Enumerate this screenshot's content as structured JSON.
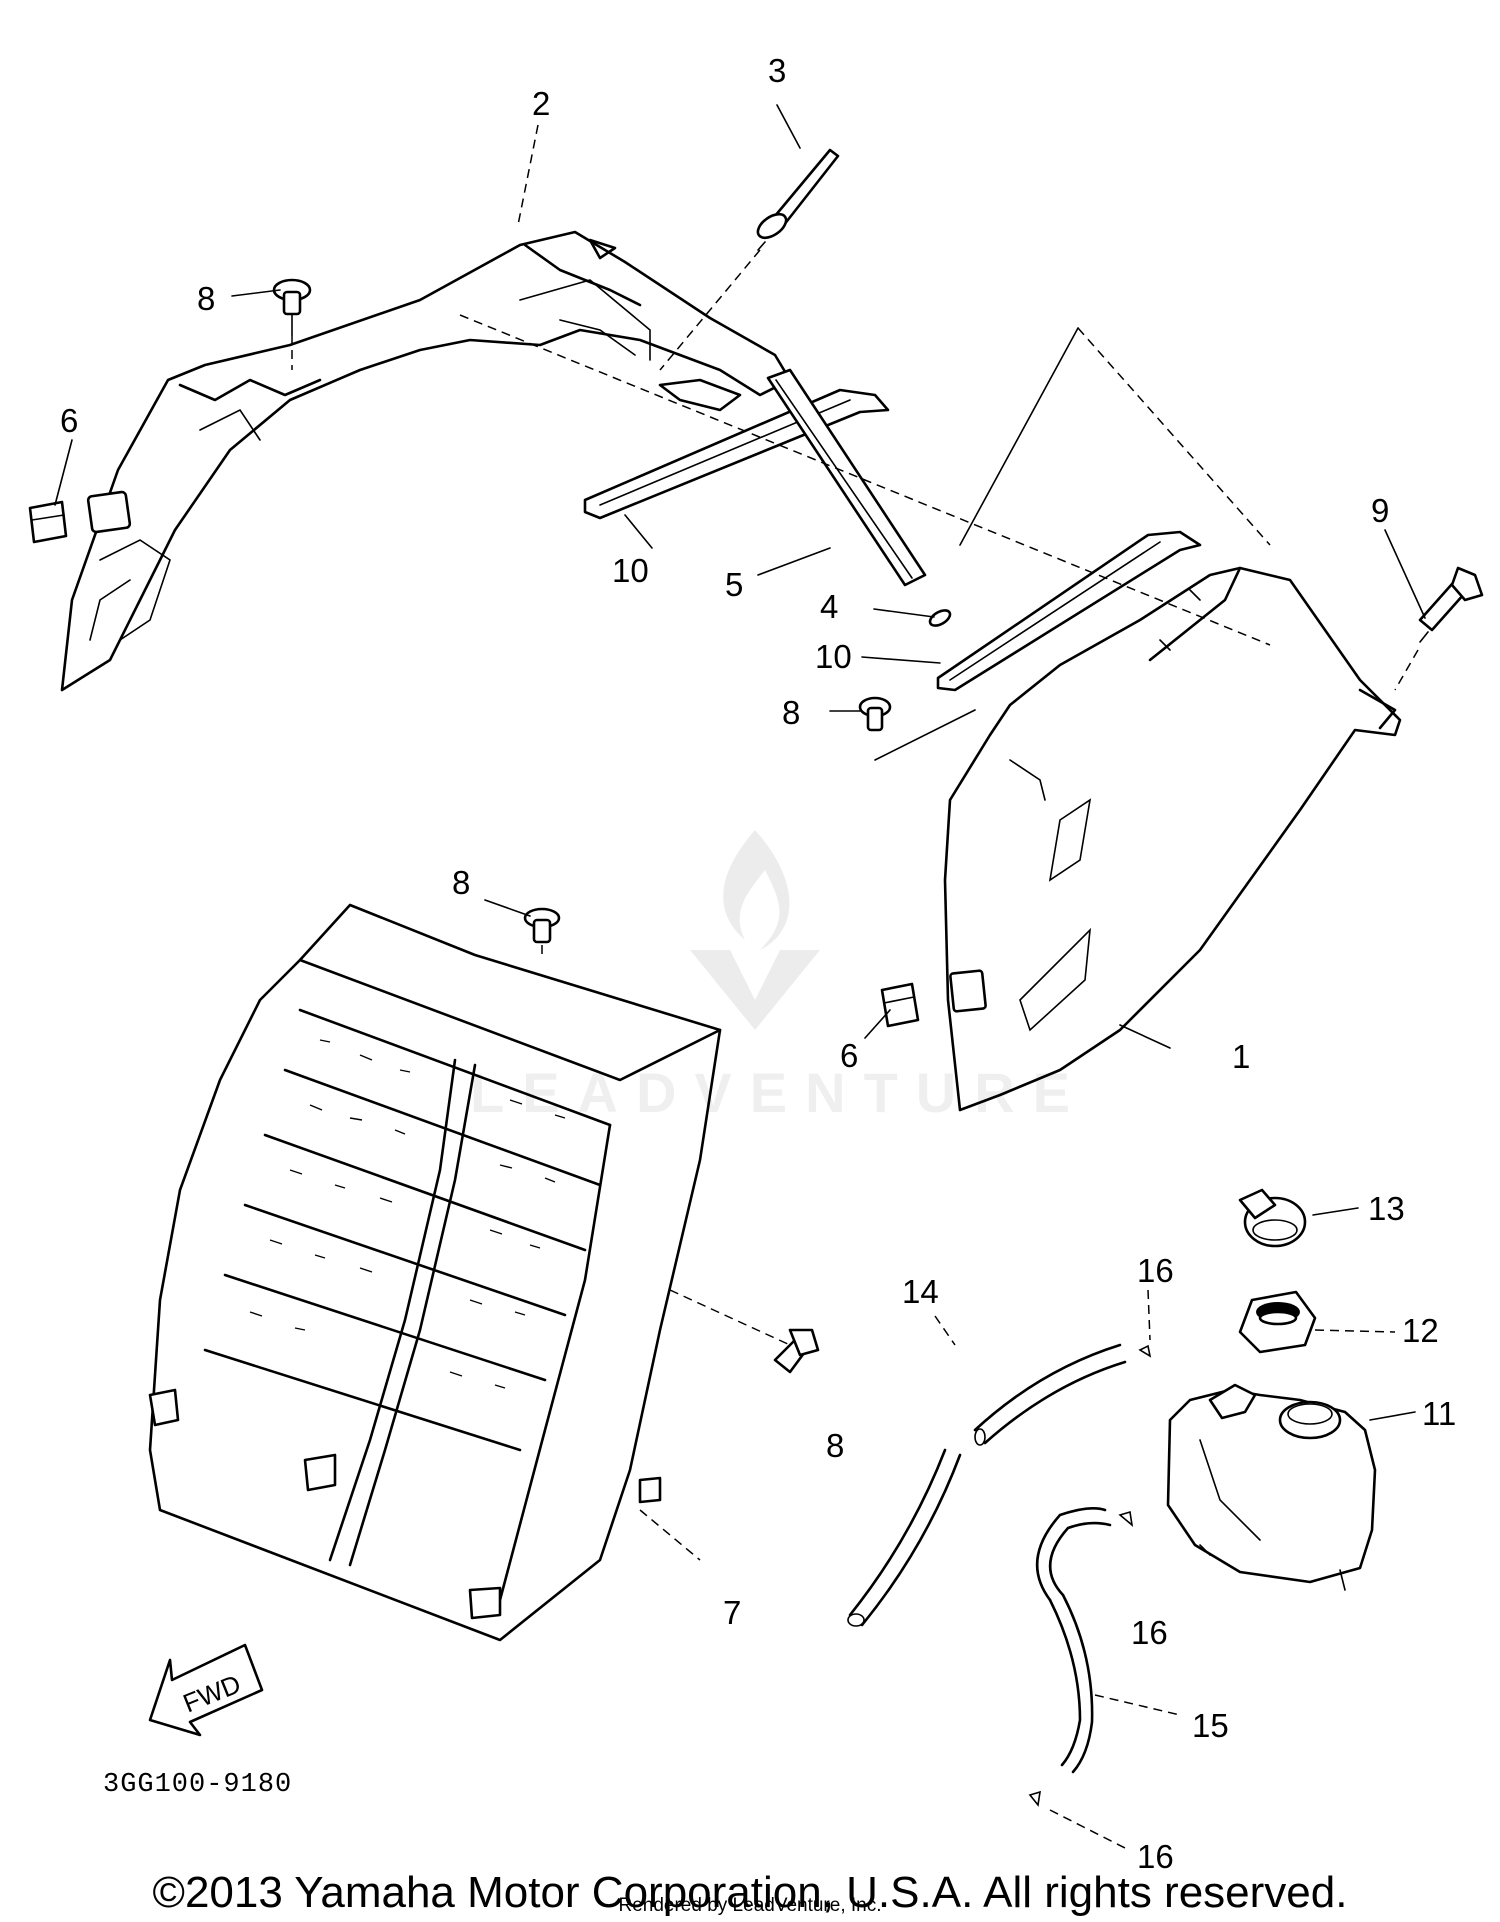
{
  "diagram": {
    "callouts": [
      {
        "id": "c1",
        "text": "1"
      },
      {
        "id": "c2",
        "text": "2"
      },
      {
        "id": "c3",
        "text": "3"
      },
      {
        "id": "c4",
        "text": "4"
      },
      {
        "id": "c5",
        "text": "5"
      },
      {
        "id": "c6a",
        "text": "6"
      },
      {
        "id": "c6b",
        "text": "6"
      },
      {
        "id": "c7",
        "text": "7"
      },
      {
        "id": "c8a",
        "text": "8"
      },
      {
        "id": "c8b",
        "text": "8"
      },
      {
        "id": "c8c",
        "text": "8"
      },
      {
        "id": "c8d",
        "text": "8"
      },
      {
        "id": "c9",
        "text": "9"
      },
      {
        "id": "c10a",
        "text": "10"
      },
      {
        "id": "c10b",
        "text": "10"
      },
      {
        "id": "c11",
        "text": "11"
      },
      {
        "id": "c12",
        "text": "12"
      },
      {
        "id": "c13",
        "text": "13"
      },
      {
        "id": "c14",
        "text": "14"
      },
      {
        "id": "c15",
        "text": "15"
      },
      {
        "id": "c16a",
        "text": "16"
      },
      {
        "id": "c16b",
        "text": "16"
      },
      {
        "id": "c16c",
        "text": "16"
      }
    ],
    "fwd_label": "FWD",
    "diagram_code": "3GG100-9180"
  },
  "watermark": "LEADVENTURE",
  "footer": {
    "copyright": "©2013 Yamaha Motor Corporation, U.S.A. All rights reserved.",
    "rendered_by": "Rendered by LeadVenture, Inc."
  }
}
